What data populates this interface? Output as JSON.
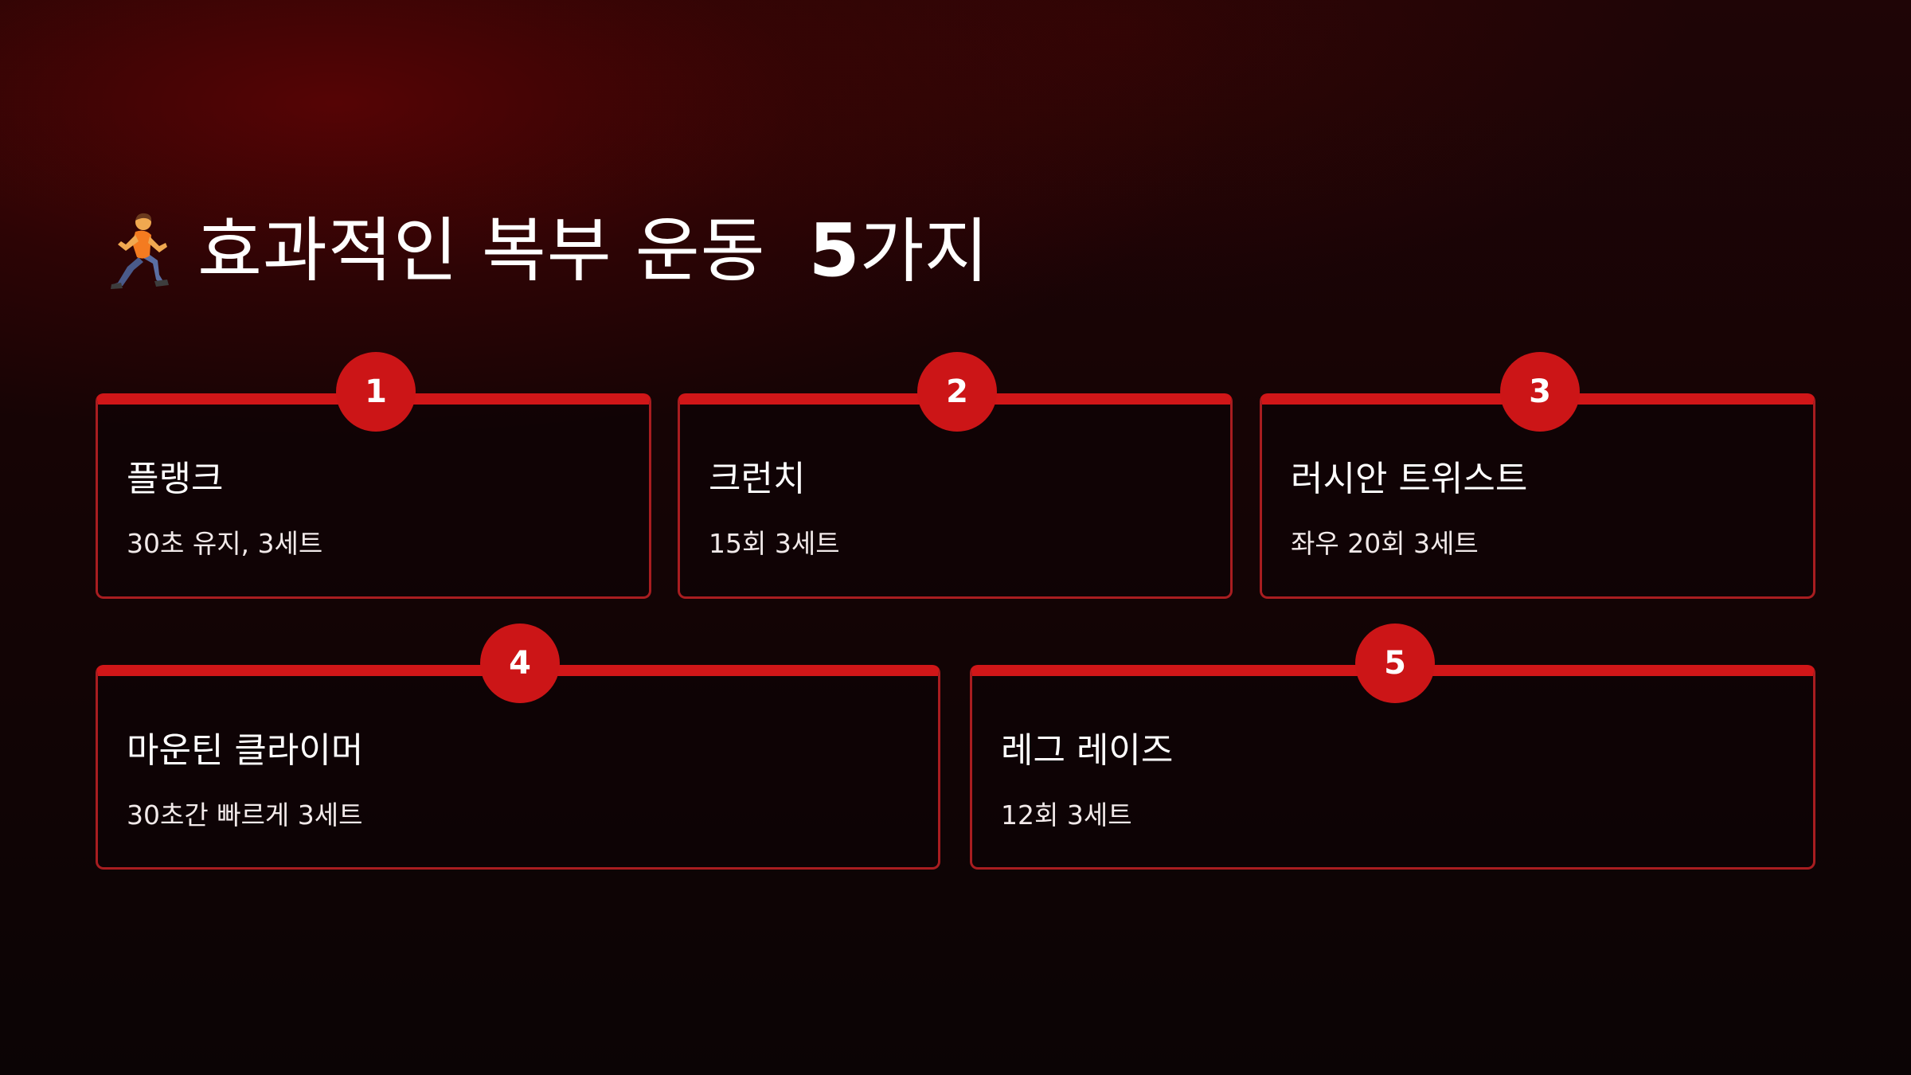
{
  "slide": {
    "title": "효과적인 복부 운동",
    "title_number": "5",
    "title_suffix": "가지",
    "title_icon": "person-running-icon",
    "accent_color": "#cc1517",
    "border_color": "#a81d20"
  },
  "exercises": [
    {
      "number": "1",
      "name": "플랭크",
      "detail": "30초 유지, 3세트"
    },
    {
      "number": "2",
      "name": "크런치",
      "detail": "15회 3세트"
    },
    {
      "number": "3",
      "name": "러시안 트위스트",
      "detail": "좌우 20회 3세트"
    },
    {
      "number": "4",
      "name": "마운틴 클라이머",
      "detail": "30초간 빠르게 3세트"
    },
    {
      "number": "5",
      "name": "레그 레이즈",
      "detail": "12회 3세트"
    }
  ]
}
